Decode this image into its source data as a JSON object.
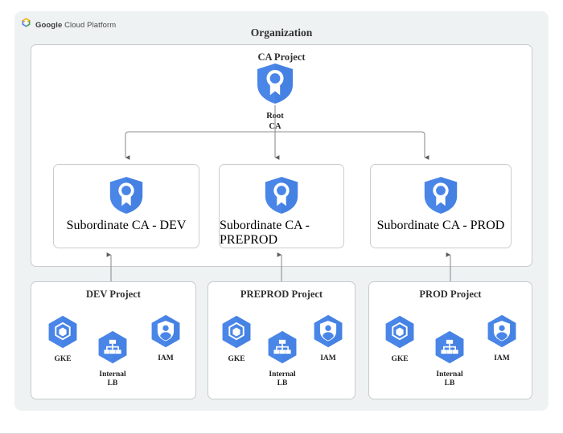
{
  "brand": {
    "logo_icon": "google-cloud-hexagon-logo",
    "name_bold": "Google",
    "name_rest": " Cloud Platform"
  },
  "organization": {
    "title": "Organization",
    "ca_project": {
      "title": "CA Project",
      "root": {
        "icon": "certificate-authority-shield-icon",
        "label": "Root\nCA"
      },
      "subordinates": [
        {
          "icon": "certificate-authority-shield-icon",
          "label": "Subordinate\nCA -\nDEV"
        },
        {
          "icon": "certificate-authority-shield-icon",
          "label": "Subordinate\nCA -\nPREPROD"
        },
        {
          "icon": "certificate-authority-shield-icon",
          "label": "Subordinate\nCA -\nPROD"
        }
      ]
    },
    "projects": [
      {
        "title": "DEV Project",
        "services": [
          {
            "icon": "gke-hexagon-icon",
            "label": "GKE"
          },
          {
            "icon": "internal-load-balancer-hexagon-icon",
            "label": "Internal\nLB"
          },
          {
            "icon": "iam-hexagon-icon",
            "label": "IAM"
          }
        ]
      },
      {
        "title": "PREPROD Project",
        "services": [
          {
            "icon": "gke-hexagon-icon",
            "label": "GKE"
          },
          {
            "icon": "internal-load-balancer-hexagon-icon",
            "label": "Internal\nLB"
          },
          {
            "icon": "iam-hexagon-icon",
            "label": "IAM"
          }
        ]
      },
      {
        "title": "PROD Project",
        "services": [
          {
            "icon": "gke-hexagon-icon",
            "label": "GKE"
          },
          {
            "icon": "internal-load-balancer-hexagon-icon",
            "label": "Internal\nLB"
          },
          {
            "icon": "iam-hexagon-icon",
            "label": "IAM"
          }
        ]
      }
    ]
  },
  "colors": {
    "panel_background": "#eef2f3",
    "card_background": "#ffffff",
    "card_border": "#c9ccce",
    "icon_blue": "#4a86e8",
    "icon_blue_dark": "#3b78e7",
    "connector": "#7f8386",
    "text": "#262626"
  }
}
